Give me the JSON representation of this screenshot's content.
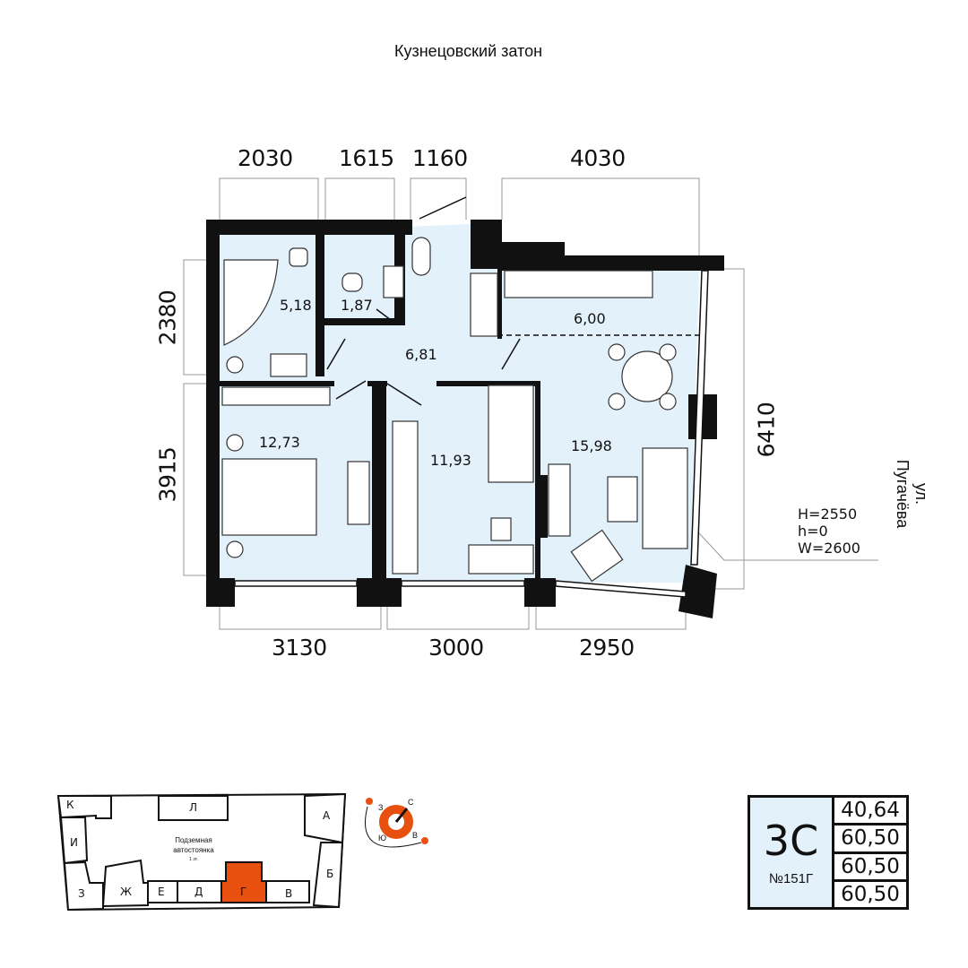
{
  "streets": {
    "top": "Кузнецовский затон",
    "right": "ул. Пугачёва"
  },
  "dimensions": {
    "top": [
      "2030",
      "1615",
      "1160",
      "4030"
    ],
    "left": [
      "2380",
      "3915"
    ],
    "right": [
      "6410"
    ],
    "bottom": [
      "3130",
      "3000",
      "2950"
    ]
  },
  "rooms": [
    {
      "id": "bathroom",
      "area": "5,18"
    },
    {
      "id": "toilet",
      "area": "1,87"
    },
    {
      "id": "hallway",
      "area": "6,81"
    },
    {
      "id": "kitchen",
      "area": "6,00"
    },
    {
      "id": "bedroom-1",
      "area": "12,73"
    },
    {
      "id": "bedroom-2",
      "area": "11,93"
    },
    {
      "id": "living-room",
      "area": "15,98"
    }
  ],
  "window_spec": [
    "H=2550",
    "h=0",
    "W=2600"
  ],
  "site_plan": {
    "parking_label_1": "Подземная",
    "parking_label_2": "автостоянка",
    "parking_floor": "1 эт.",
    "sections": [
      "К",
      "Л",
      "А",
      "И",
      "Б",
      "З",
      "Ж",
      "Е",
      "Д",
      "Г",
      "В"
    ],
    "selected_section": "Г",
    "compass": {
      "n": "С",
      "w": "З",
      "s": "Ю",
      "e": "В"
    },
    "accent_color": "#e8500f"
  },
  "apartment": {
    "type": "3С",
    "number": "№151Г",
    "areas": [
      "40,64",
      "60,50",
      "60,50",
      "60,50"
    ]
  },
  "colors": {
    "floor_fill": "#e3f1fb",
    "walls": "#111111"
  }
}
